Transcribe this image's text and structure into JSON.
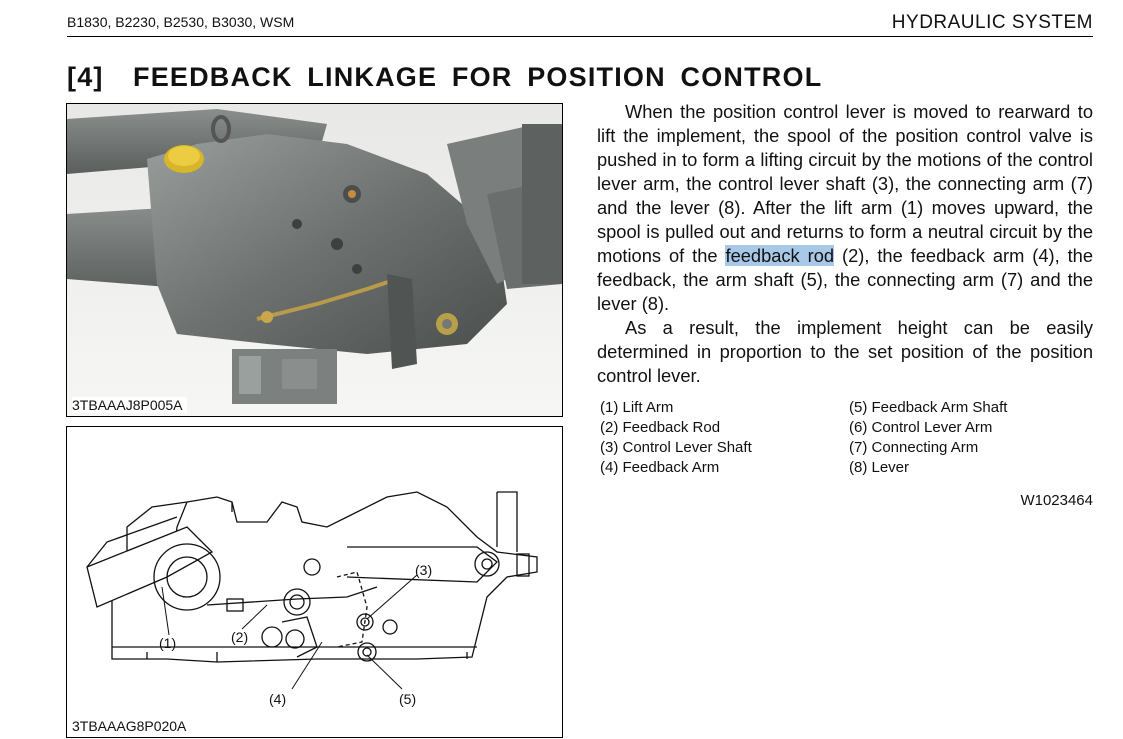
{
  "header": {
    "models": "B1830, B2230, B2530, B3030, WSM",
    "section": "HYDRAULIC SYSTEM"
  },
  "title": "[4]  FEEDBACK LINKAGE FOR POSITION CONTROL",
  "figures": {
    "photo_caption": "3TBAAAJ8P005A",
    "diagram_caption": "3TBAAAG8P020A",
    "callouts": [
      "(1)",
      "(2)",
      "(3)",
      "(4)",
      "(5)"
    ]
  },
  "body": {
    "p1_before": "When the position control lever is moved to rearward to lift the implement, the spool of the position control valve is pushed in to form a lifting circuit by the motions of the control lever arm, the control lever shaft (3), the connecting arm (7) and the lever (8).  After the lift arm (1) moves upward, the spool is pulled out and returns to form a neutral circuit by the motions of the ",
    "p1_highlight": "feedback rod",
    "p1_after": " (2), the feedback arm (4), the feedback, the arm shaft (5), the connecting arm (7) and the lever (8).",
    "p2": "As a result, the implement height can be easily determined in proportion to the set position of the position control lever."
  },
  "legend": {
    "left": [
      "(1) Lift Arm",
      "(2) Feedback Rod",
      "(3) Control Lever Shaft",
      "(4) Feedback Arm"
    ],
    "right": [
      "(5) Feedback Arm Shaft",
      "(6) Control Lever Arm",
      "(7) Connecting Arm",
      "(8) Lever"
    ]
  },
  "doc_code": "W1023464"
}
